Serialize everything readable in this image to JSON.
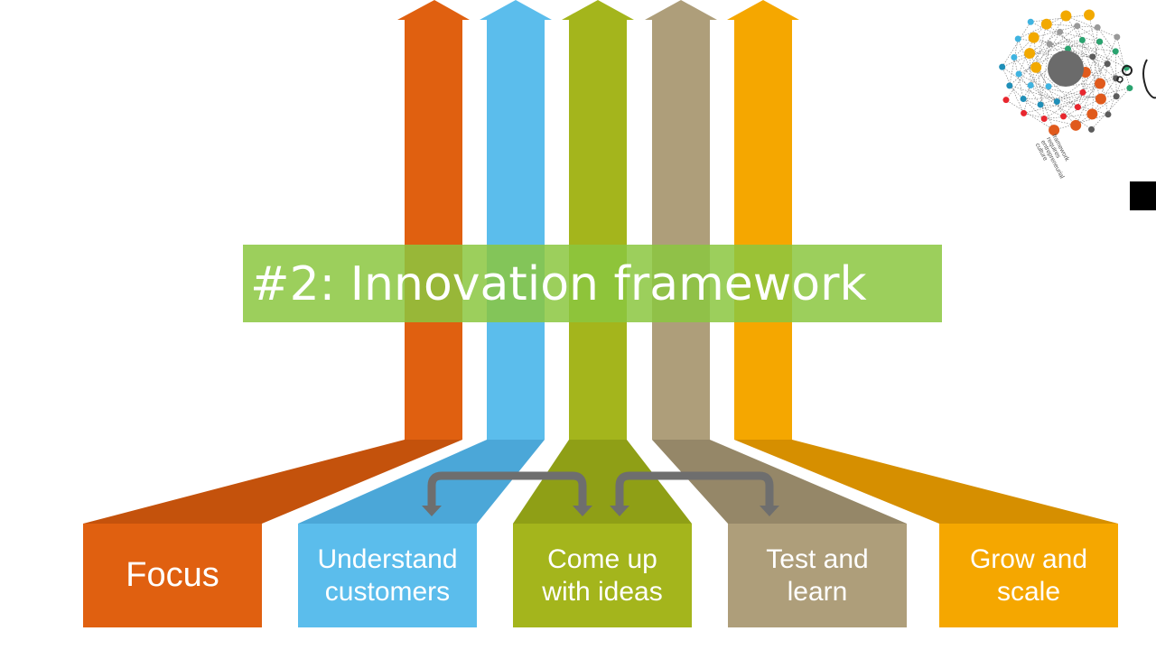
{
  "title": "#2: Innovation framework",
  "stages": [
    {
      "label_lines": [
        "Focus"
      ],
      "color": "#e06010",
      "dark": "#c4520c"
    },
    {
      "label_lines": [
        "Understand",
        "customers"
      ],
      "color": "#5bbdec",
      "dark": "#4ba7d8"
    },
    {
      "label_lines": [
        "Come up",
        "with ideas"
      ],
      "color": "#a4b51c",
      "dark": "#8f9f16"
    },
    {
      "label_lines": [
        "Test and",
        "learn"
      ],
      "color": "#ae9e7a",
      "dark": "#958768"
    },
    {
      "label_lines": [
        "Grow and",
        "scale"
      ],
      "color": "#f5a700",
      "dark": "#d68f00"
    }
  ],
  "connector_color": "#6e6e6e",
  "title_banner_color": "#8bc740",
  "logo_caption_lines": [
    "framework",
    "requires",
    "entrepreneurial",
    "culture"
  ]
}
